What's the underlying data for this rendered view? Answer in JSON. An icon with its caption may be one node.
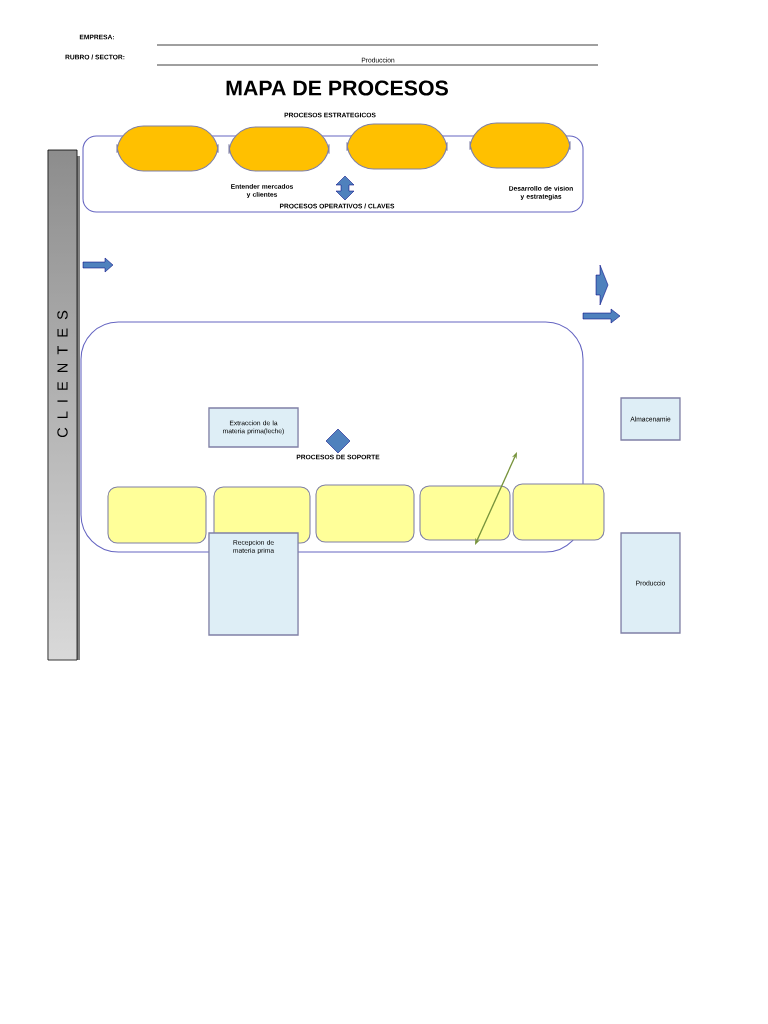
{
  "diagram": {
    "title": "MAPA DE PROCESOS",
    "nodes": [
      {
        "text": [],
        "shape": "box"
      },
      {
        "text": [],
        "shape": "ellipse"
      },
      {
        "text": [],
        "shape": "ellipse"
      },
      {
        "text": [],
        "shape": "ellipse"
      },
      {
        "text": [],
        "shape": "ellipse"
      },
      {
        "text": [
          "C L I E N T E S"
        ]
      },
      {
        "text": [],
        "shape": "box"
      },
      {
        "text": [
          "Extraccion de la materia prima(leche)"
        ],
        "in": 6
      },
      {
        "text": [
          "Almacenamie"
        ]
      },
      {
        "text": [],
        "shape": "box",
        "in": 6
      },
      {
        "text": [],
        "shape": "box",
        "in": 6
      },
      {
        "text": [],
        "shape": "box",
        "in": 6
      },
      {
        "text": [],
        "shape": "box",
        "in": 6
      },
      {
        "text": [],
        "shape": "box"
      },
      {
        "text": [
          "Recepcion de materia prima"
        ]
      },
      {
        "text": [
          "Produccio"
        ]
      }
    ],
    "labels": [
      "EMPRESA:",
      "RUBRO / SECTOR:",
      "Produccion",
      "PROCESOS ESTRATEGICOS",
      "Entender mercados y clientes",
      "Desarrollo de vision y estrategias",
      "PROCESOS OPERATIVOS / CLAVES",
      "PROCESOS DE SOPORTE"
    ]
  }
}
